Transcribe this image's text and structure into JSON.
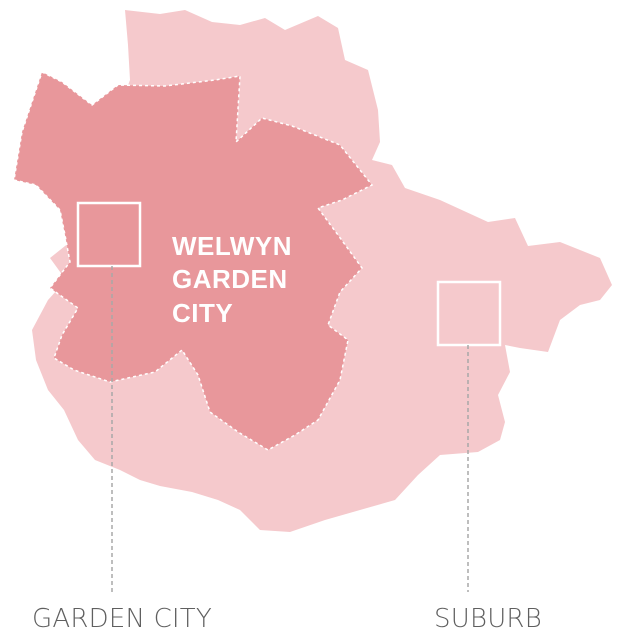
{
  "map": {
    "title_lines": [
      "WELWYN",
      "GARDEN",
      "CITY"
    ],
    "legend": {
      "garden_city": "GARDEN CITY",
      "suburb": "SUBURB"
    }
  },
  "colors": {
    "suburb_fill": "#f5c9cc",
    "garden_city_fill": "#e8979b",
    "boundary_dash": "#ffffff",
    "marker_stroke": "#ffffff",
    "leader_line": "#a8a8a8",
    "caption_text": "#5f5f5f"
  }
}
